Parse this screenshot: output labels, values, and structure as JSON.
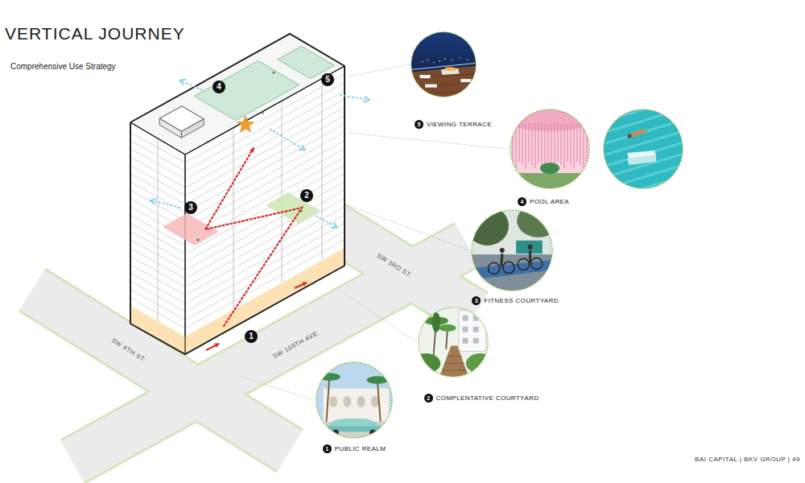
{
  "diagram": {
    "title": "VERTICAL JOURNEY",
    "nodes": [
      {
        "text": [
          "5",
          "VIEWING TERRACE"
        ]
      },
      {
        "text": [
          "4",
          "POOL AREA"
        ]
      },
      {
        "text": [
          "3",
          "FITNESS COURTYARD"
        ]
      },
      {
        "text": [
          "2",
          "COMPLENTATIVE COURTYARD"
        ]
      },
      {
        "text": [
          "1",
          "PUBLIC REALM"
        ]
      }
    ],
    "labels": [
      "Comprehensive Use Strategy",
      "4",
      "5",
      "3",
      "2",
      "1",
      "SW 3RD ST.",
      "SW 109TH AVE.",
      "SW 4TH ST.",
      "BAI CAPITAL | BKV GROUP | 49"
    ]
  }
}
